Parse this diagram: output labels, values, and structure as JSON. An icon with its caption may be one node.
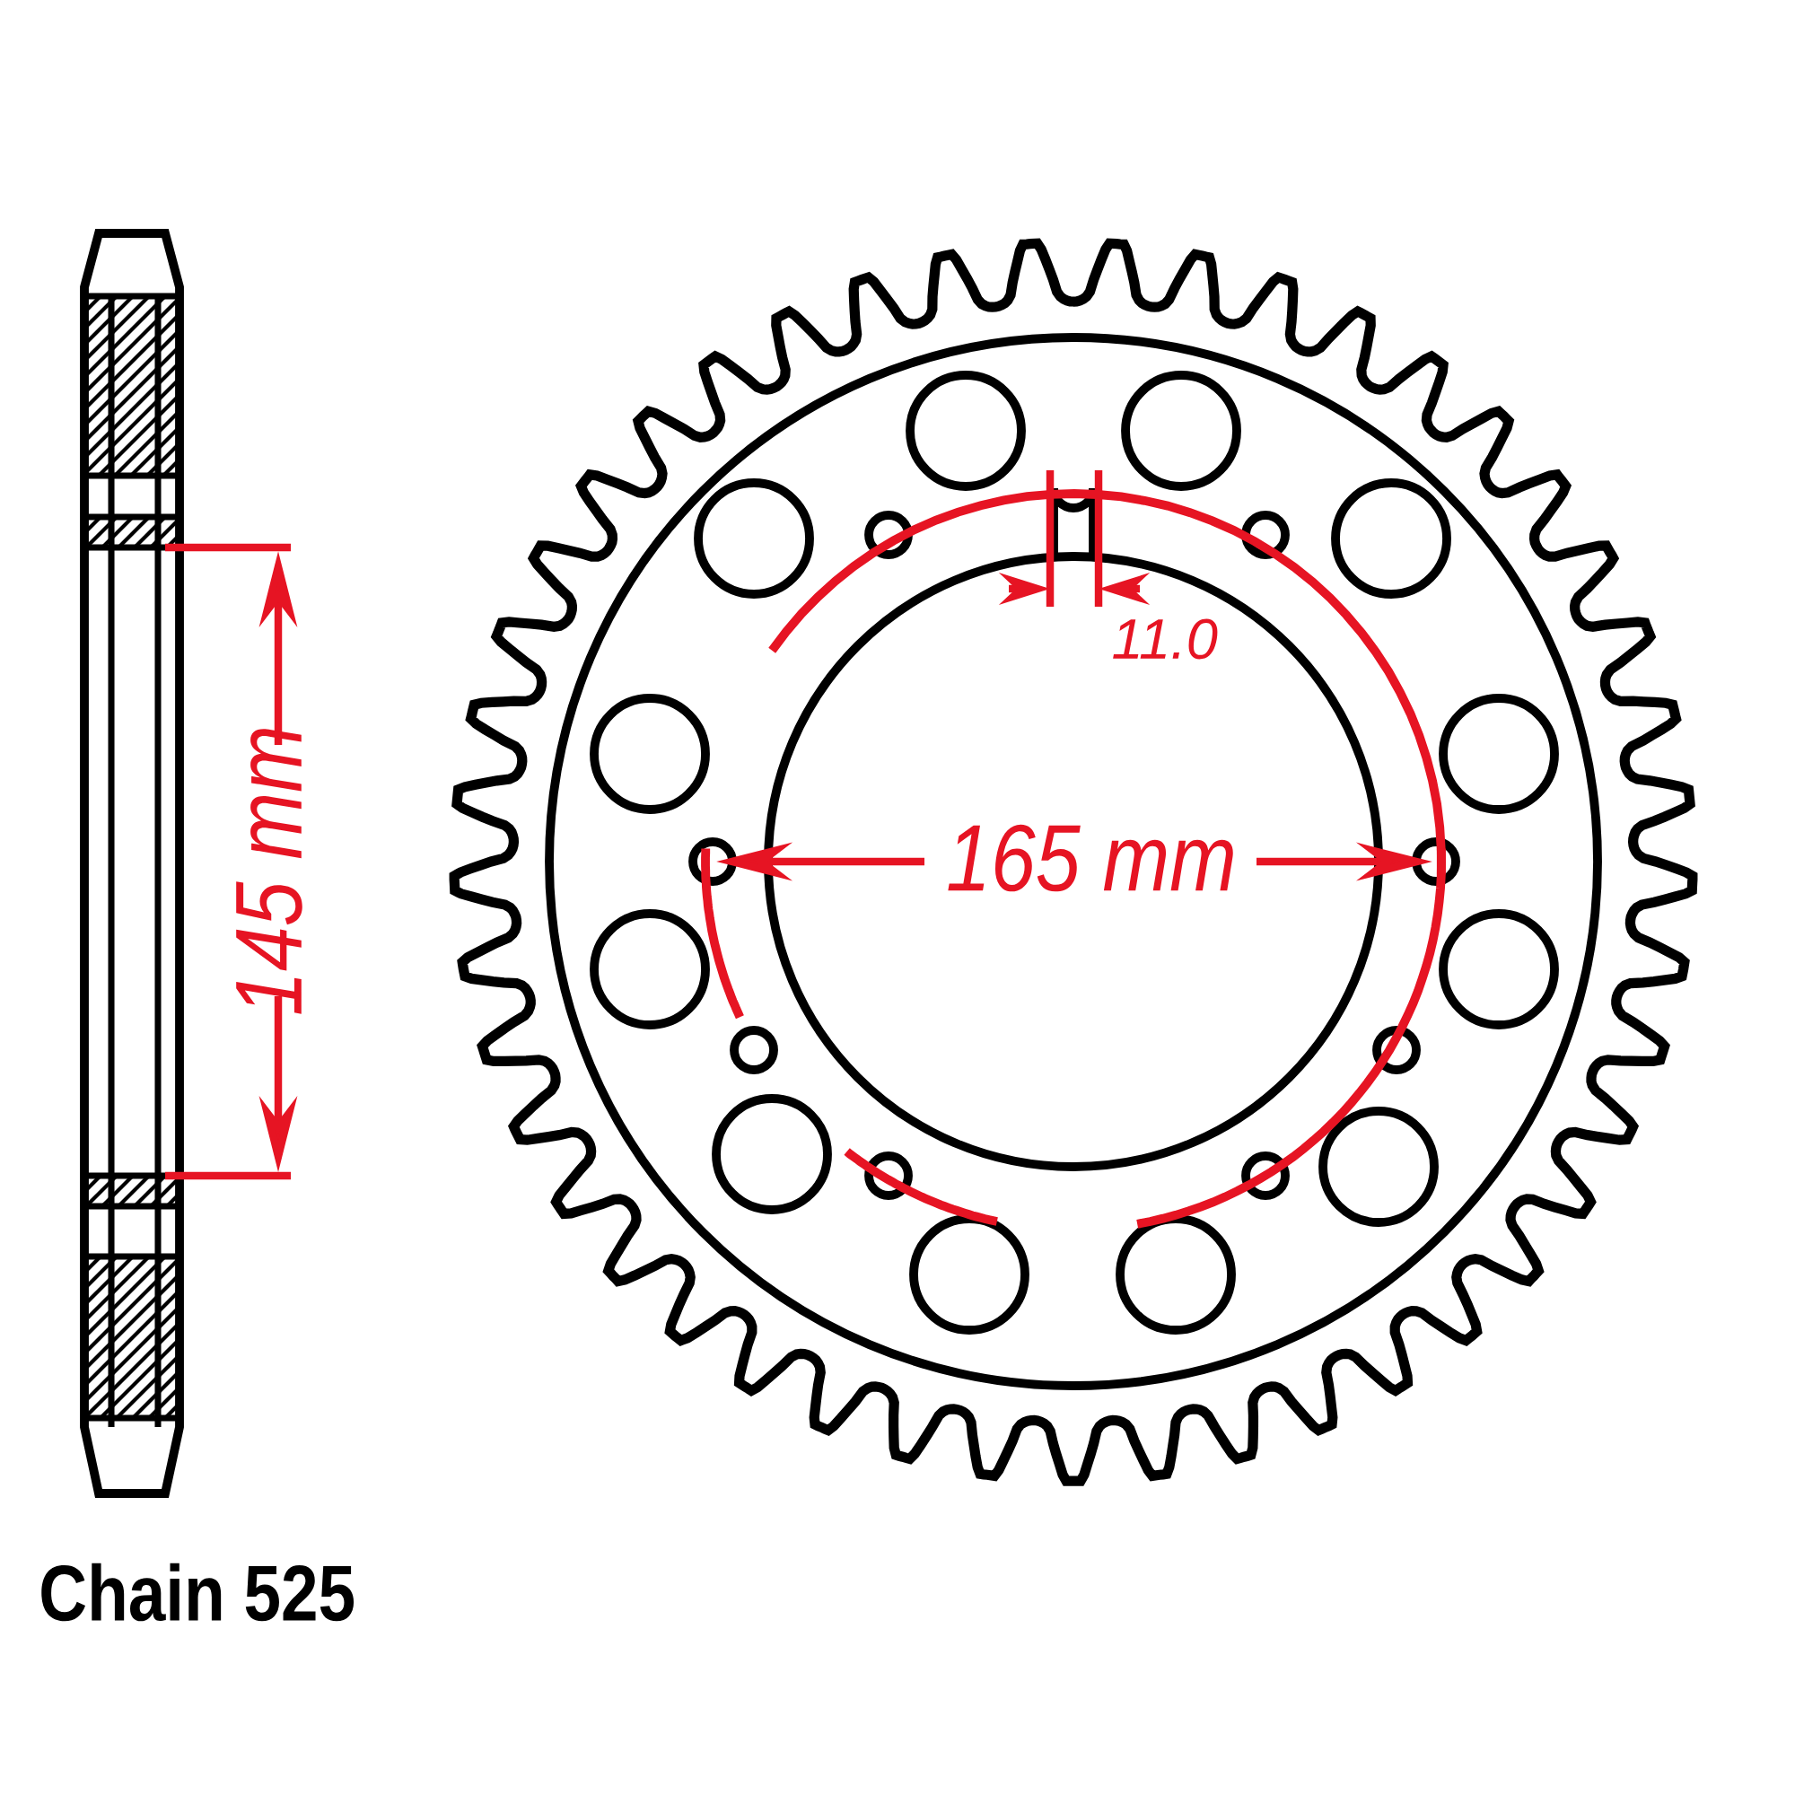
{
  "diagram": {
    "labels": [
      "11.0",
      "145 mm",
      "165 mm",
      "Chain 525"
    ]
  }
}
